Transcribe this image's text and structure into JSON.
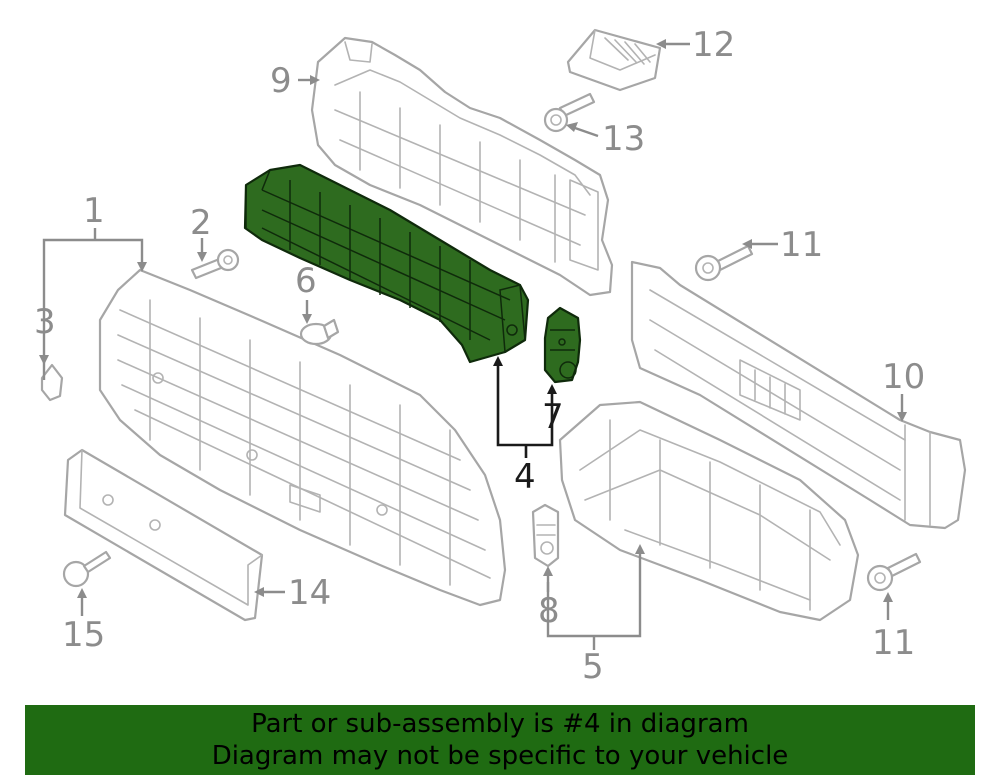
{
  "colors": {
    "highlight_part": "#2e6b1f",
    "banner_background": "#1f6b12",
    "banner_text": "#000000",
    "label_gray": "#8c8c8c",
    "label_highlight": "#1a1a1a",
    "part_outline": "#a6a6a6"
  },
  "callouts": {
    "c1": "1",
    "c2": "2",
    "c3": "3",
    "c4": "4",
    "c5": "5",
    "c6": "6",
    "c7": "7",
    "c8": "8",
    "c9": "9",
    "c10": "10",
    "c11a": "11",
    "c11b": "11",
    "c12": "12",
    "c13": "13",
    "c14": "14",
    "c15": "15"
  },
  "highlighted_callout": "4",
  "banner": {
    "line1": "Part or sub-assembly is #4 in diagram",
    "line2": "Diagram may not be specific to your vehicle"
  }
}
